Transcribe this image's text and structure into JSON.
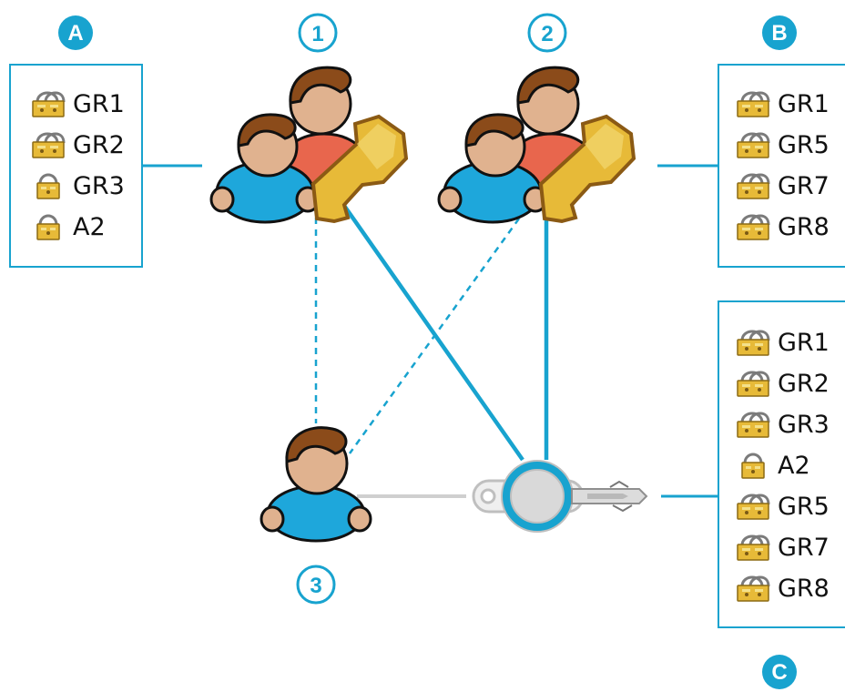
{
  "badges": [
    {
      "id": "A",
      "label": "A"
    },
    {
      "id": "B",
      "label": "B"
    },
    {
      "id": "C",
      "label": "C"
    }
  ],
  "circle_labels": [
    {
      "id": "1",
      "label": "1"
    },
    {
      "id": "2",
      "label": "2"
    },
    {
      "id": "3",
      "label": "3"
    }
  ],
  "panels": {
    "A": {
      "items": [
        {
          "label": "GR1",
          "icon": "group-lock-icon"
        },
        {
          "label": "GR2",
          "icon": "group-lock-icon"
        },
        {
          "label": "GR3",
          "icon": "single-lock-icon"
        },
        {
          "label": "A2",
          "icon": "single-lock-icon"
        }
      ]
    },
    "B": {
      "items": [
        {
          "label": "GR1",
          "icon": "group-lock-icon"
        },
        {
          "label": "GR5",
          "icon": "group-lock-icon"
        },
        {
          "label": "GR7",
          "icon": "group-lock-icon"
        },
        {
          "label": "GR8",
          "icon": "group-lock-icon"
        }
      ]
    },
    "C": {
      "items": [
        {
          "label": "GR1",
          "icon": "group-lock-icon"
        },
        {
          "label": "GR2",
          "icon": "group-lock-icon"
        },
        {
          "label": "GR3",
          "icon": "group-lock-icon"
        },
        {
          "label": "A2",
          "icon": "single-lock-icon"
        },
        {
          "label": "GR5",
          "icon": "group-lock-icon"
        },
        {
          "label": "GR7",
          "icon": "group-lock-icon"
        },
        {
          "label": "GR8",
          "icon": "group-lock-icon"
        }
      ]
    }
  },
  "colors": {
    "accent": "#18a3cf",
    "gray_line": "#cfcfcf",
    "key_gold": "#e7ba38",
    "person_blue": "#1ea7db",
    "person_red": "#e8664d",
    "skin": "#e0b28f",
    "hair": "#8b4b1a"
  }
}
